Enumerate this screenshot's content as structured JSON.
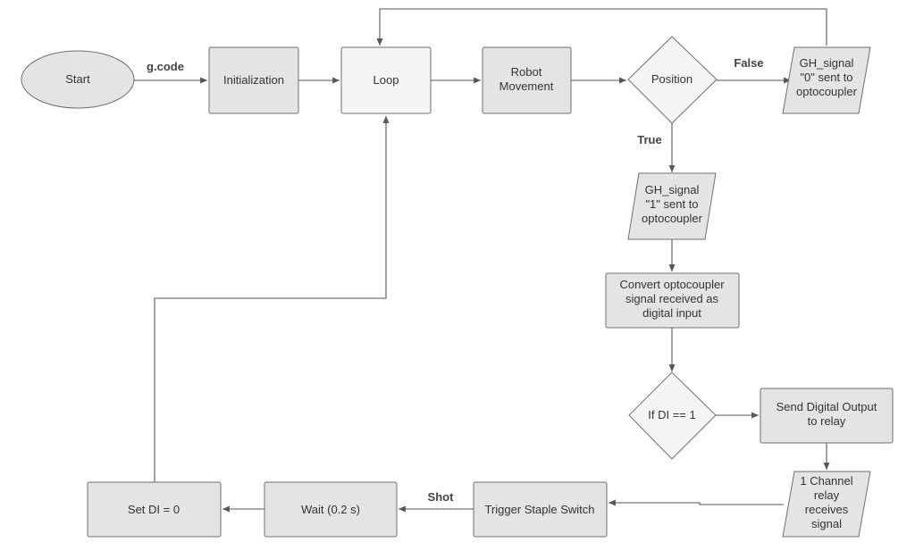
{
  "nodes": {
    "start": "Start",
    "initialization": "Initialization",
    "loop": "Loop",
    "robot_movement": [
      "Robot",
      "Movement"
    ],
    "position": "Position",
    "gh_signal_0": [
      "GH_signal",
      "\"0\" sent to",
      "optocoupler"
    ],
    "gh_signal_1": [
      "GH_signal",
      "\"1\" sent to",
      "optocoupler"
    ],
    "convert": [
      "Convert optocoupler",
      "signal received as",
      "digital input"
    ],
    "if_di": "If DI == 1",
    "send_output": [
      "Send Digital Output",
      "to relay"
    ],
    "relay": [
      "1 Channel",
      "relay",
      "receives",
      "signal"
    ],
    "trigger": "Trigger Staple Switch",
    "wait": "Wait (0.2 s)",
    "set_di": "Set DI = 0"
  },
  "edge_labels": {
    "gcode": "g.code",
    "false": "False",
    "true": "True",
    "shot": "Shot"
  },
  "colors": {
    "node_fill": "#e4e4e4",
    "loop_fill": "#f4f4f4",
    "stroke": "#6f6f6f",
    "edge": "#555555"
  }
}
